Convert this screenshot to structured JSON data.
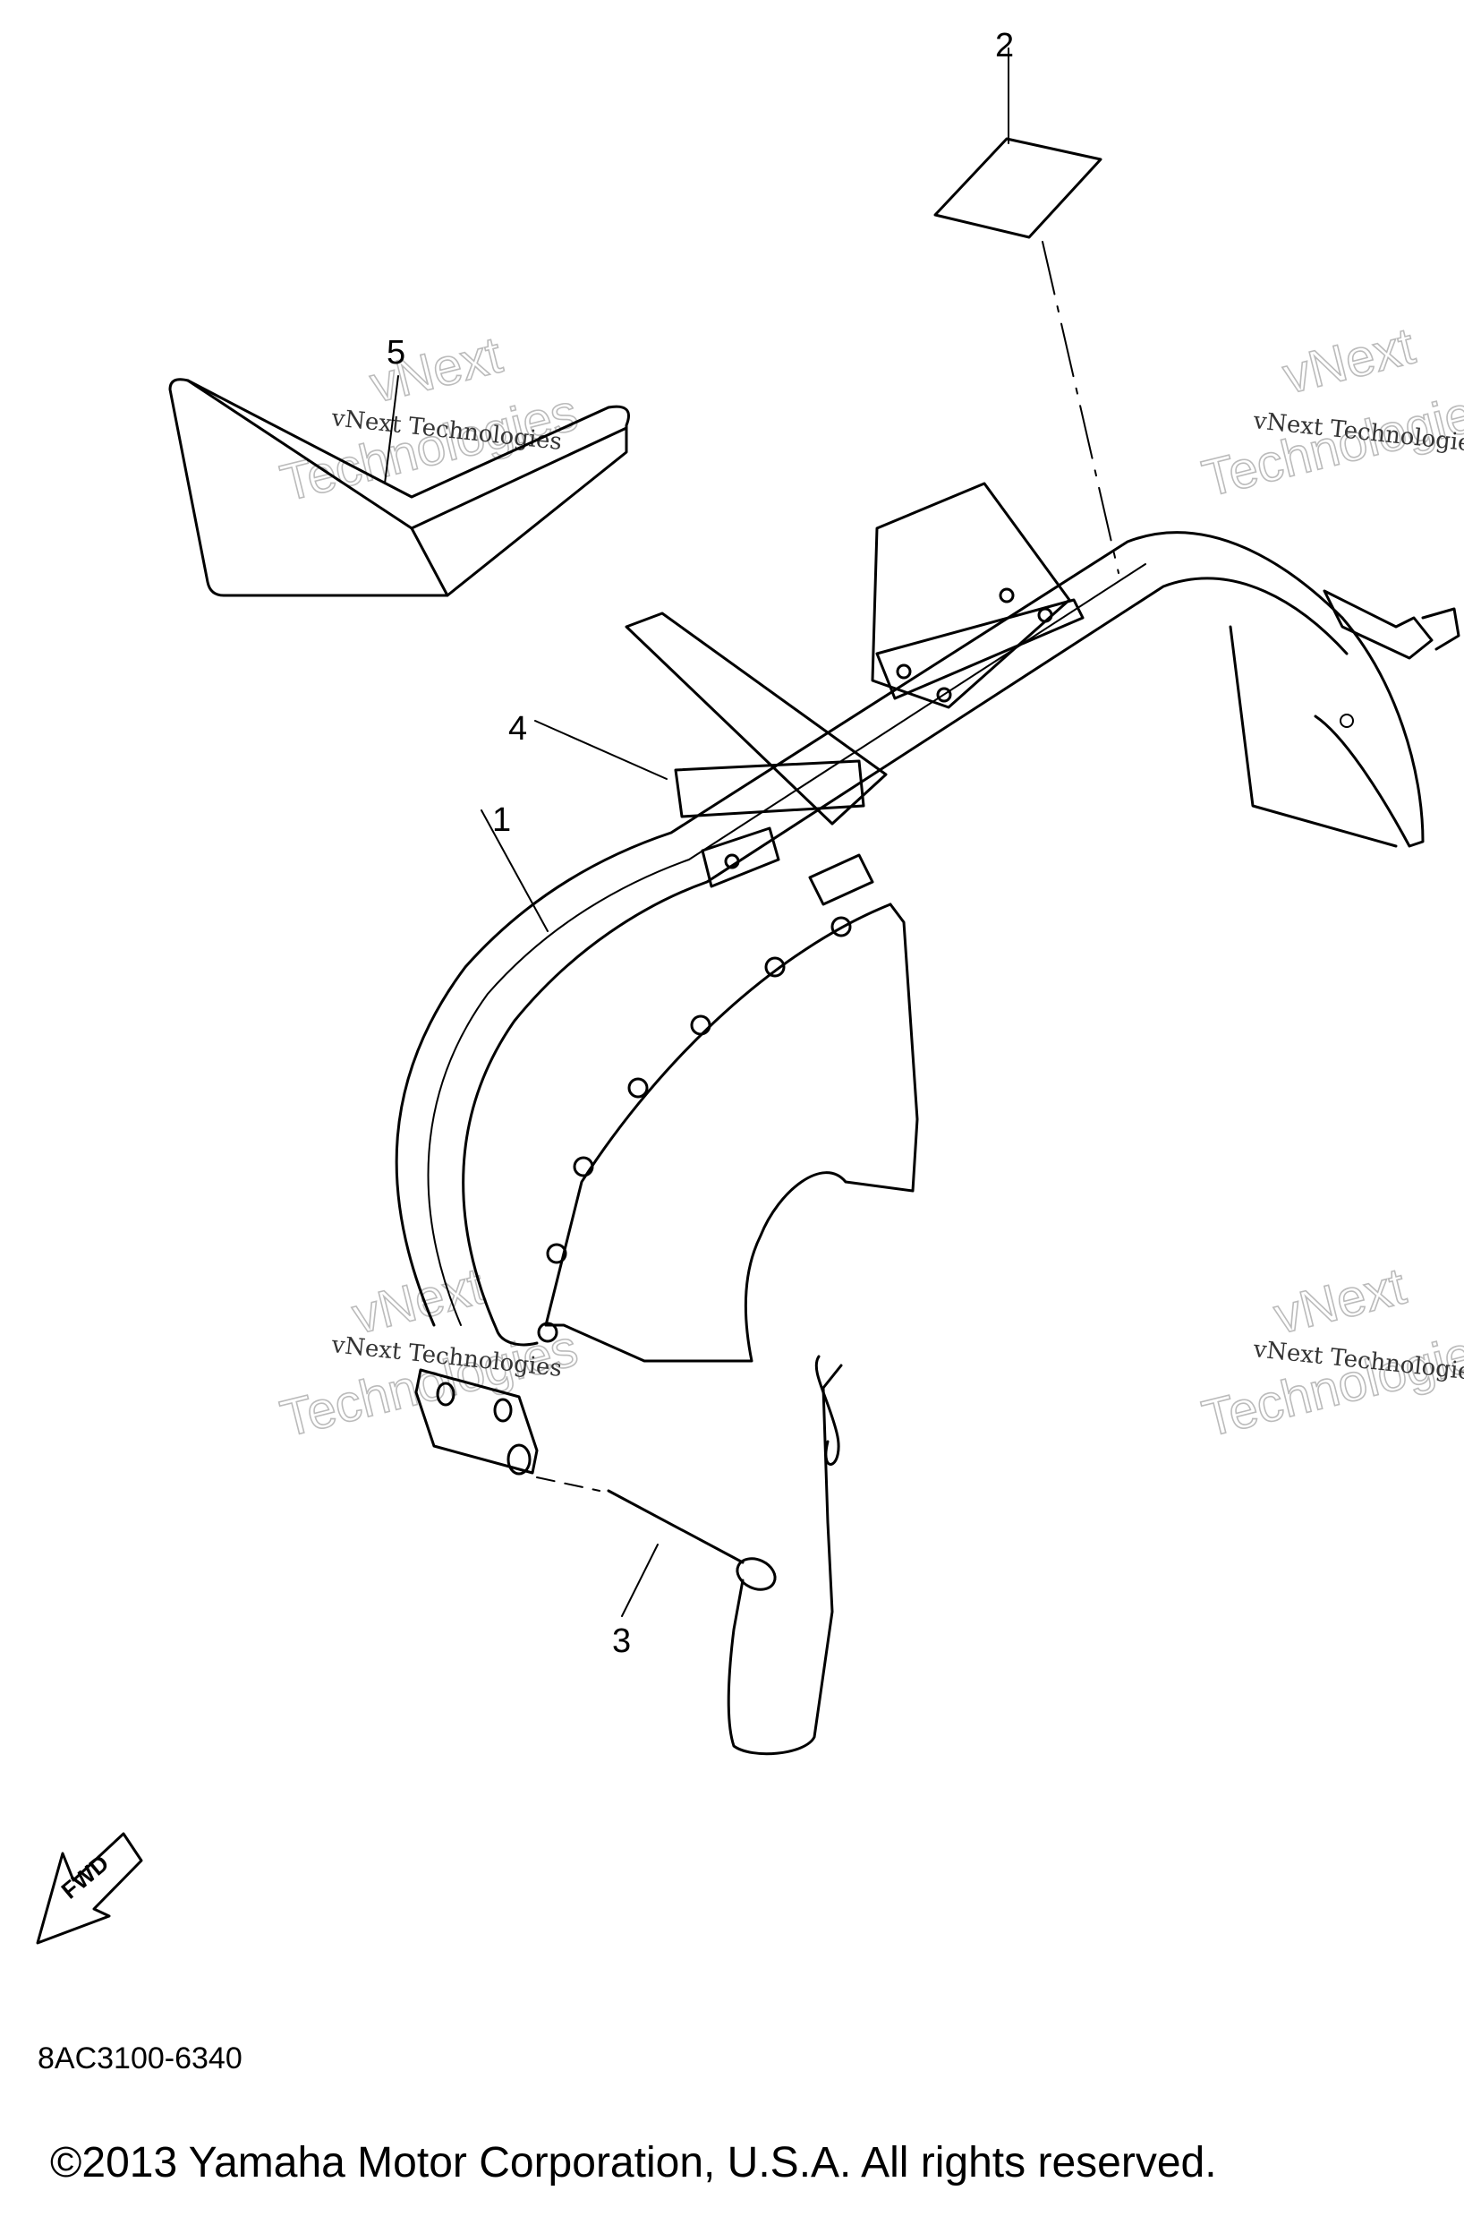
{
  "callouts": [
    "1",
    "2",
    "3",
    "4",
    "5"
  ],
  "watermark": {
    "small": "vNext Technologies",
    "big_top": "vNext",
    "big_bottom": "Technologies"
  },
  "arrow_label": "FWD",
  "part_code": "8AC3100-6340",
  "copyright": "©2013 Yamaha Motor Corporation, U.S.A. All rights reserved."
}
